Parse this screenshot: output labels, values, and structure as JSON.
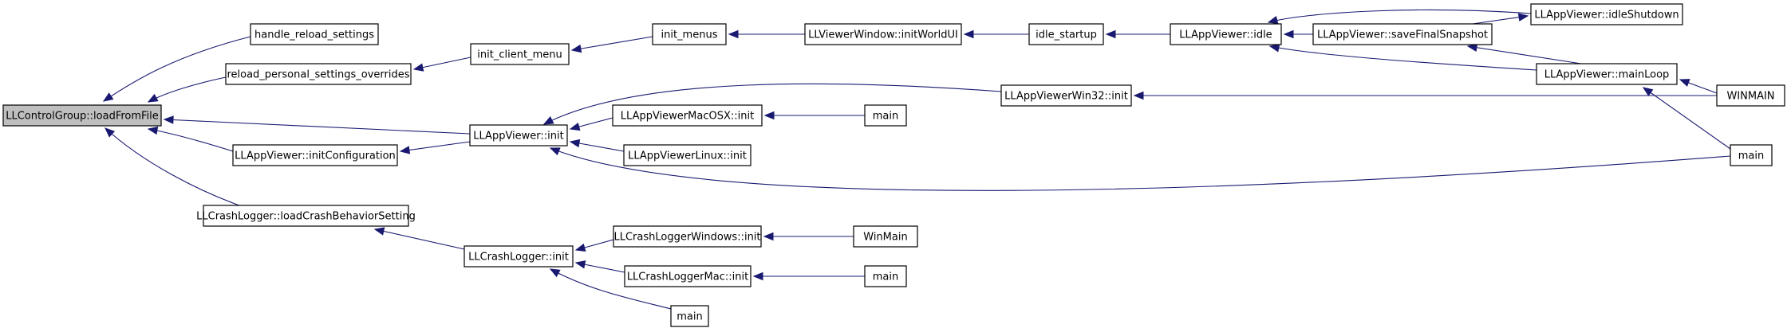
{
  "diagram": {
    "colors": {
      "edge": "#191970",
      "node_fill": "#ffffff",
      "root_fill": "#bfbfbf",
      "node_border": "#000000"
    },
    "nodes": [
      {
        "id": "root",
        "label": "LLControlGroup::loadFromFile",
        "root": true
      },
      {
        "id": "handle_reload",
        "label": "handle_reload_settings"
      },
      {
        "id": "reload_personal",
        "label": "reload_personal_settings_overrides"
      },
      {
        "id": "init_client_menu",
        "label": "init_client_menu"
      },
      {
        "id": "init_menus",
        "label": "init_menus"
      },
      {
        "id": "initWorldUI",
        "label": "LLViewerWindow::initWorldUI"
      },
      {
        "id": "idle_startup",
        "label": "idle_startup"
      },
      {
        "id": "app_idle",
        "label": "LLAppViewer::idle"
      },
      {
        "id": "idleShutdown",
        "label": "LLAppViewer::idleShutdown"
      },
      {
        "id": "saveFinalSnapshot",
        "label": "LLAppViewer::saveFinalSnapshot"
      },
      {
        "id": "mainLoop",
        "label": "LLAppViewer::mainLoop"
      },
      {
        "id": "winmain_caps",
        "label": "WINMAIN"
      },
      {
        "id": "win32_init",
        "label": "LLAppViewerWin32::init"
      },
      {
        "id": "main_right",
        "label": "main"
      },
      {
        "id": "app_init",
        "label": "LLAppViewer::init"
      },
      {
        "id": "macosx_init",
        "label": "LLAppViewerMacOSX::init"
      },
      {
        "id": "main_mac",
        "label": "main"
      },
      {
        "id": "linux_init",
        "label": "LLAppViewerLinux::init"
      },
      {
        "id": "initConfiguration",
        "label": "LLAppViewer::initConfiguration"
      },
      {
        "id": "loadCrashBehavior",
        "label": "LLCrashLogger::loadCrashBehaviorSetting"
      },
      {
        "id": "crash_init",
        "label": "LLCrashLogger::init"
      },
      {
        "id": "crash_windows",
        "label": "LLCrashLoggerWindows::init"
      },
      {
        "id": "winmain_mixed",
        "label": "WinMain"
      },
      {
        "id": "crash_mac",
        "label": "LLCrashLoggerMac::init"
      },
      {
        "id": "main_crashmac",
        "label": "main"
      },
      {
        "id": "main_crash",
        "label": "main"
      }
    ],
    "edges": [
      {
        "from": "handle_reload",
        "to": "root"
      },
      {
        "from": "reload_personal",
        "to": "root"
      },
      {
        "from": "app_init",
        "to": "root"
      },
      {
        "from": "initConfiguration",
        "to": "root"
      },
      {
        "from": "loadCrashBehavior",
        "to": "root"
      },
      {
        "from": "init_client_menu",
        "to": "reload_personal"
      },
      {
        "from": "init_menus",
        "to": "init_client_menu"
      },
      {
        "from": "initWorldUI",
        "to": "init_menus"
      },
      {
        "from": "idle_startup",
        "to": "initWorldUI"
      },
      {
        "from": "app_idle",
        "to": "idle_startup"
      },
      {
        "from": "idleShutdown",
        "to": "app_idle"
      },
      {
        "from": "saveFinalSnapshot",
        "to": "app_idle"
      },
      {
        "from": "mainLoop",
        "to": "app_idle"
      },
      {
        "from": "saveFinalSnapshot",
        "to": "idleShutdown"
      },
      {
        "from": "mainLoop",
        "to": "saveFinalSnapshot"
      },
      {
        "from": "winmain_caps",
        "to": "mainLoop"
      },
      {
        "from": "main_right",
        "to": "mainLoop"
      },
      {
        "from": "win32_init",
        "to": "app_init"
      },
      {
        "from": "winmain_caps",
        "to": "win32_init"
      },
      {
        "from": "macosx_init",
        "to": "app_init"
      },
      {
        "from": "main_mac",
        "to": "macosx_init"
      },
      {
        "from": "linux_init",
        "to": "app_init"
      },
      {
        "from": "main_right",
        "to": "app_init"
      },
      {
        "from": "app_init",
        "to": "initConfiguration"
      },
      {
        "from": "crash_init",
        "to": "loadCrashBehavior"
      },
      {
        "from": "crash_windows",
        "to": "crash_init"
      },
      {
        "from": "winmain_mixed",
        "to": "crash_windows"
      },
      {
        "from": "crash_mac",
        "to": "crash_init"
      },
      {
        "from": "main_crashmac",
        "to": "crash_mac"
      },
      {
        "from": "main_crash",
        "to": "crash_init"
      }
    ]
  }
}
